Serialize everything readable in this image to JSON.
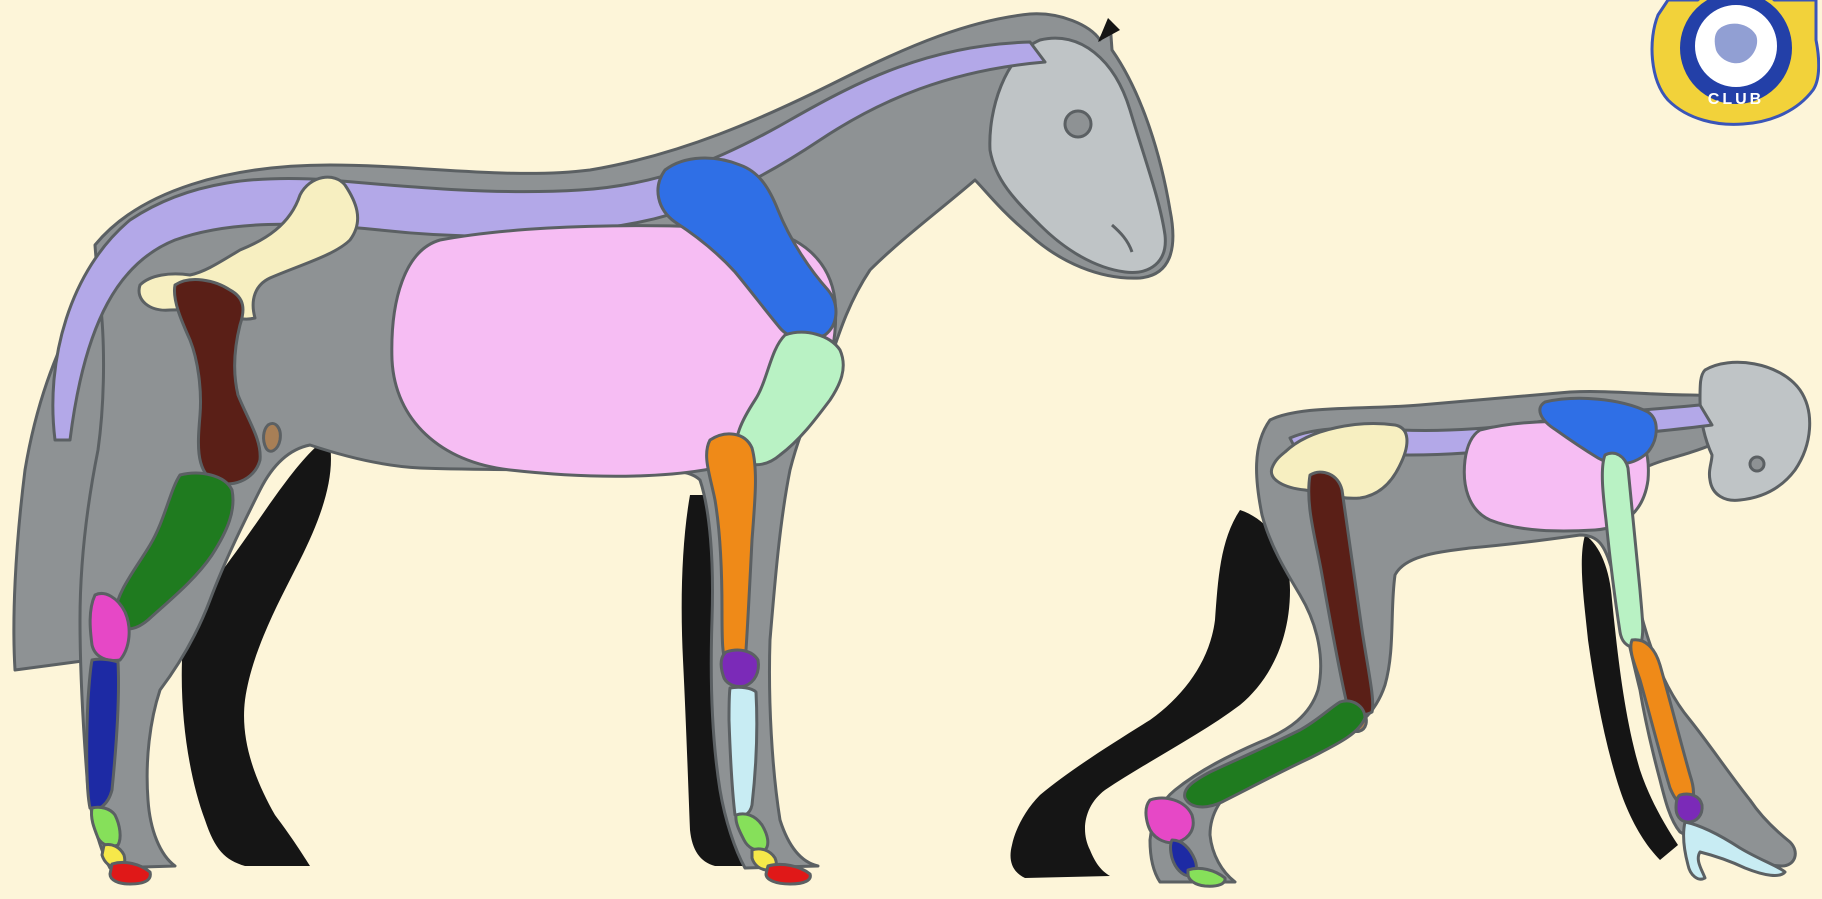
{
  "colors": {
    "background": "#fdf5d9",
    "body": "#8e9294",
    "outline": "#5b6063",
    "head": "#bfc4c6",
    "spine": "#b3a8e8",
    "ribcage": "#f6bdf3",
    "pelvis": "#f7efc1",
    "femur": "#5a1f17",
    "patella": "#a87f56",
    "tibia": "#1f7b1f",
    "hock": "#e648c6",
    "cannon_hind": "#1d2aa4",
    "pastern": "#86e05a",
    "coffin": "#f6e84a",
    "hoof": "#e01818",
    "scapula": "#2f6fe6",
    "humerus": "#b9f2c4",
    "radius": "#ef8a18",
    "carpus": "#7b2ab8",
    "cannon_fore": "#c8ecf3",
    "far_leg": "#151515"
  },
  "logo": {
    "icon": "club-emblem",
    "text": "CLUB"
  },
  "figures": [
    {
      "name": "horse-figure"
    },
    {
      "name": "human-figure"
    }
  ]
}
